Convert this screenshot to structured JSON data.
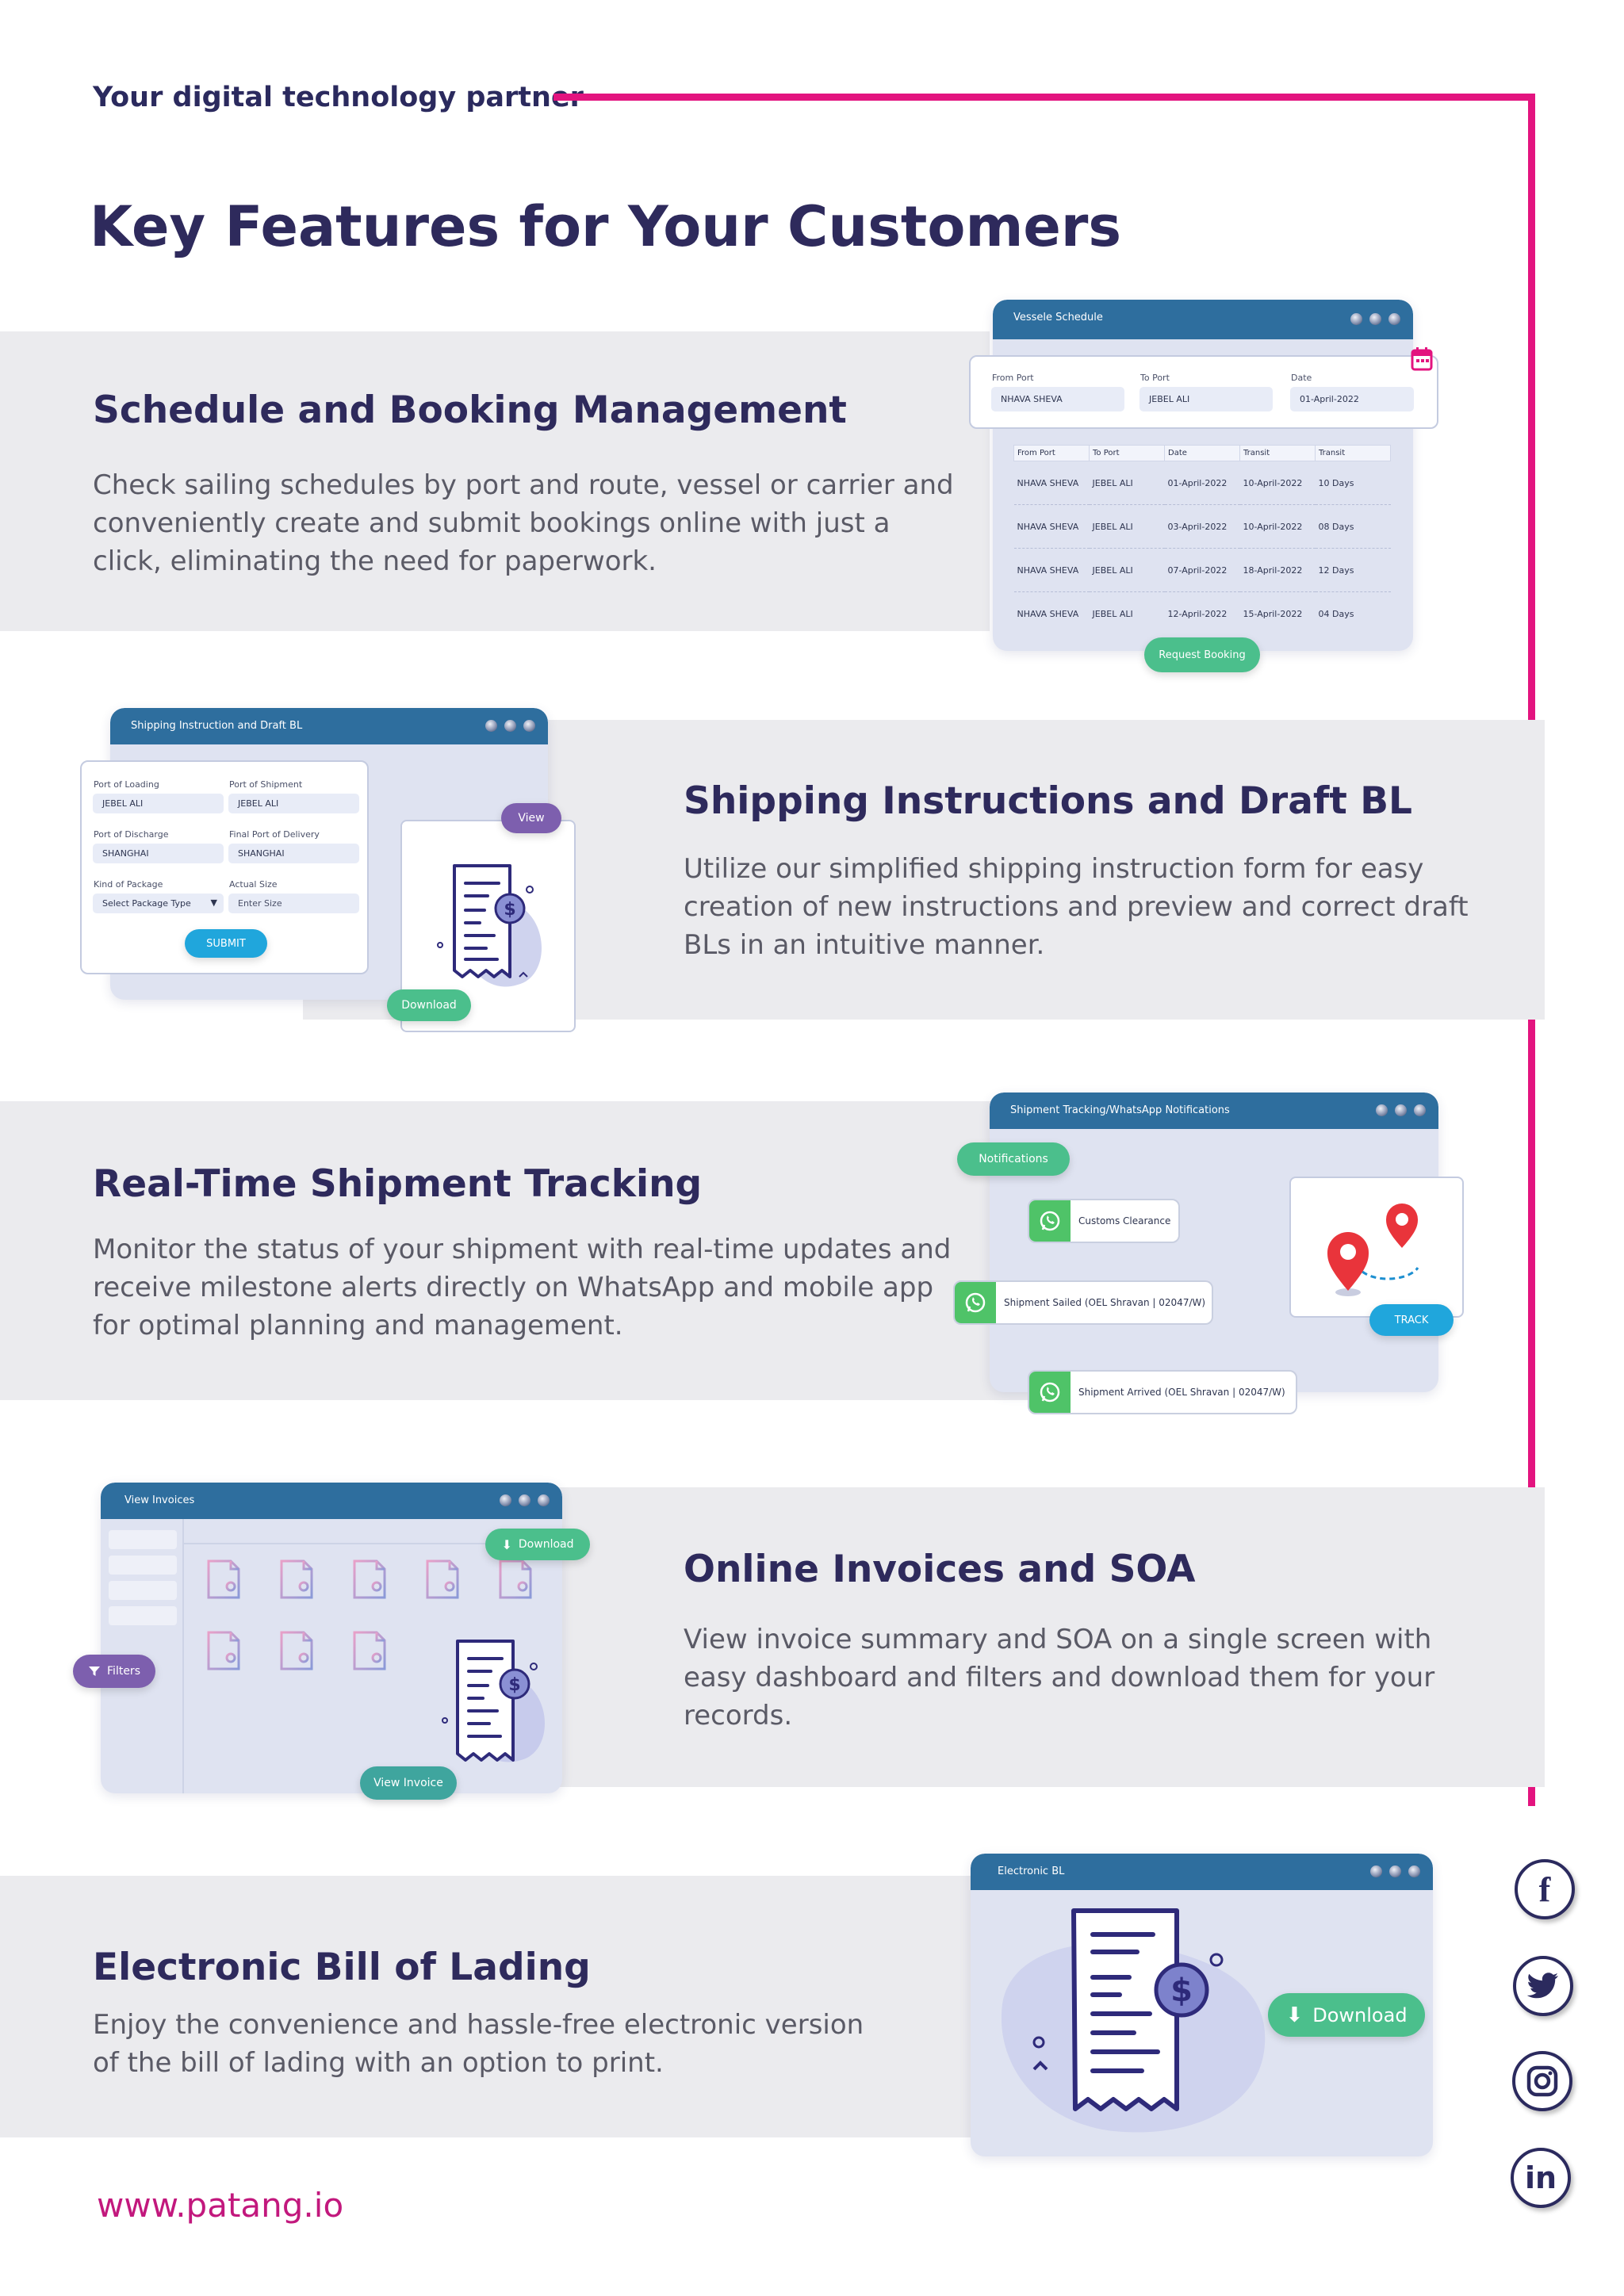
{
  "header": {
    "tagline": "Your digital technology partner",
    "title": "Key Features for Your Customers"
  },
  "colors": {
    "accent": "#e3147f",
    "navy": "#2e2a5c",
    "window_bar": "#2e6e9e",
    "green": "#4bbf8c",
    "purple": "#7d5fae",
    "blue": "#20a6dc"
  },
  "sections": {
    "schedule": {
      "title": "Schedule and Booking Management",
      "desc": "Check sailing schedules by port and route, vessel or carrier and conveniently create and submit bookings online with just a click, eliminating the need for paperwork.",
      "window_title": "Vessele Schedule",
      "search": {
        "from_label": "From Port",
        "from_value": "NHAVA SHEVA",
        "to_label": "To Port",
        "to_value": "JEBEL ALI",
        "date_label": "Date",
        "date_value": "01-April-2022"
      },
      "table": {
        "headers": [
          "From Port",
          "To Port",
          "Date",
          "Transit",
          "Transit"
        ],
        "rows": [
          [
            "NHAVA SHEVA",
            "JEBEL ALI",
            "01-April-2022",
            "10-April-2022",
            "10 Days"
          ],
          [
            "NHAVA SHEVA",
            "JEBEL ALI",
            "03-April-2022",
            "10-April-2022",
            "08 Days"
          ],
          [
            "NHAVA SHEVA",
            "JEBEL ALI",
            "07-April-2022",
            "18-April-2022",
            "12 Days"
          ],
          [
            "NHAVA SHEVA",
            "JEBEL ALI",
            "12-April-2022",
            "15-April-2022",
            "04 Days"
          ]
        ]
      },
      "button": "Request Booking"
    },
    "shipping": {
      "title": "Shipping Instructions and Draft BL",
      "desc": "Utilize our simplified shipping instruction form for easy creation of new instructions and preview and correct draft BLs in an intuitive manner.",
      "window_title": "Shipping Instruction and Draft BL",
      "form": {
        "pol_label": "Port of Loading",
        "pol_value": "JEBEL ALI",
        "pos_label": "Port of Shipment",
        "pos_value": "JEBEL ALI",
        "pod_label": "Port of Discharge",
        "pod_value": "SHANGHAI",
        "fpd_label": "Final Port of Delivery",
        "fpd_value": "SHANGHAI",
        "kop_label": "Kind of Package",
        "kop_value": "Select Package Type",
        "size_label": "Actual Size",
        "size_placeholder": "Enter Size",
        "submit": "SUBMIT"
      },
      "view_button": "View",
      "download_button": "Download"
    },
    "tracking": {
      "title": "Real-Time Shipment Tracking",
      "desc": "Monitor the status of your shipment with real-time updates and receive milestone alerts directly on WhatsApp and mobile app for optimal planning and management.",
      "window_title": "Shipment Tracking/WhatsApp Notifications",
      "notifications_label": "Notifications",
      "notif_1": "Customs Clearance",
      "notif_2": "Shipment Sailed (OEL Shravan | 02047/W)",
      "notif_3": "Shipment Arrived (OEL Shravan | 02047/W)",
      "track_button": "TRACK"
    },
    "invoices": {
      "title": "Online Invoices and SOA",
      "desc": "View invoice summary and SOA on a single screen with easy dashboard and filters and download them for your records.",
      "window_title": "View Invoices",
      "download_button": "Download",
      "filters_button": "Filters",
      "view_invoice_button": "View Invoice"
    },
    "ebl": {
      "title": "Electronic Bill of Lading",
      "desc": "Enjoy the convenience and hassle-free electronic version of the bill of lading with an option to print.",
      "window_title": "Electronic BL",
      "download_button": "Download"
    }
  },
  "social": {
    "facebook": "f",
    "linkedin": "in"
  },
  "footer": {
    "url": "www.patang.io"
  }
}
